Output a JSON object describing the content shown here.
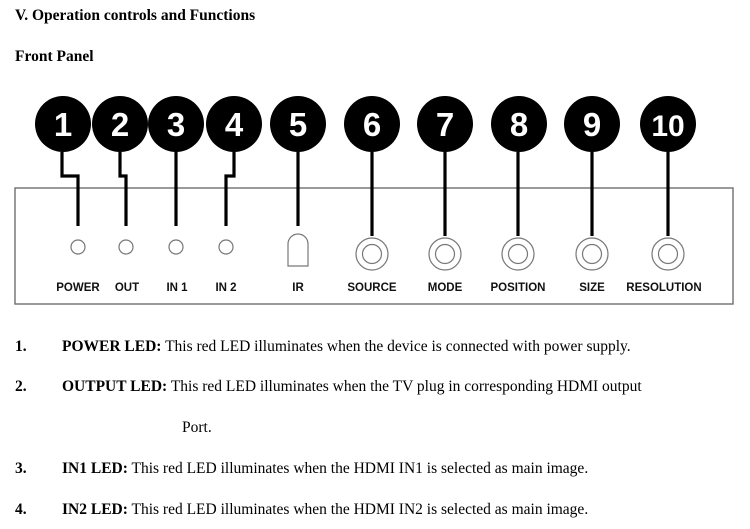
{
  "section_title": "V. Operation controls and Functions",
  "subsection_title": "Front Panel",
  "callouts": [
    "1",
    "2",
    "3",
    "4",
    "5",
    "6",
    "7",
    "8",
    "9",
    "10"
  ],
  "control_labels": [
    "POWER",
    "OUT",
    "IN 1",
    "IN 2",
    "IR",
    "SOURCE",
    "MODE",
    "POSITION",
    "SIZE",
    "RESOLUTION"
  ],
  "items": [
    {
      "num": "1.",
      "term": "POWER LED:",
      "text": " This red LED illuminates when the device is connected with power supply."
    },
    {
      "num": "2.",
      "term": "OUTPUT LED:",
      "text": " This red LED illuminates when the TV plug in  corresponding HDMI output",
      "continuation": "Port."
    },
    {
      "num": "3.",
      "term": "IN1 LED:",
      "text": " This red LED illuminates when the HDMI IN1 is selected as main image."
    },
    {
      "num": "4.",
      "term": "IN2 LED:",
      "text": " This red LED illuminates when the HDMI IN2 is selected as main image."
    }
  ],
  "colors": {
    "callout_fill": "#000000",
    "callout_text": "#ffffff",
    "panel_stroke": "#6e6e6e"
  }
}
